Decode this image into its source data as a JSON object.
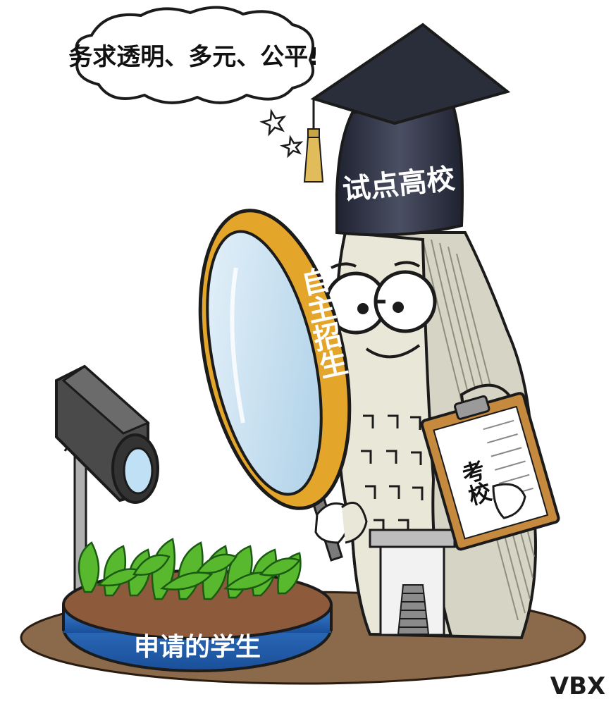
{
  "speech_bubble": {
    "text": "务求透明、多元、公平!"
  },
  "cap": {
    "label": "试点高校"
  },
  "magnifier": {
    "label": "自主招生"
  },
  "clipboard": {
    "label": "考校"
  },
  "dish": {
    "label": "申请的学生"
  },
  "signature": {
    "text": "VBX"
  },
  "colors": {
    "cap": "#2a2d3a",
    "magnifier_rim": "#e3a52a",
    "lens": "#cfe4f2",
    "dish": "#1f5fb0",
    "sprout": "#58b82e",
    "book_body": "#e9e7d8",
    "ground": "#8a6a4a",
    "clipboard": "#c68a3e"
  },
  "icons": [
    "camera-icon",
    "sparkle-icon",
    "tassel-icon"
  ]
}
